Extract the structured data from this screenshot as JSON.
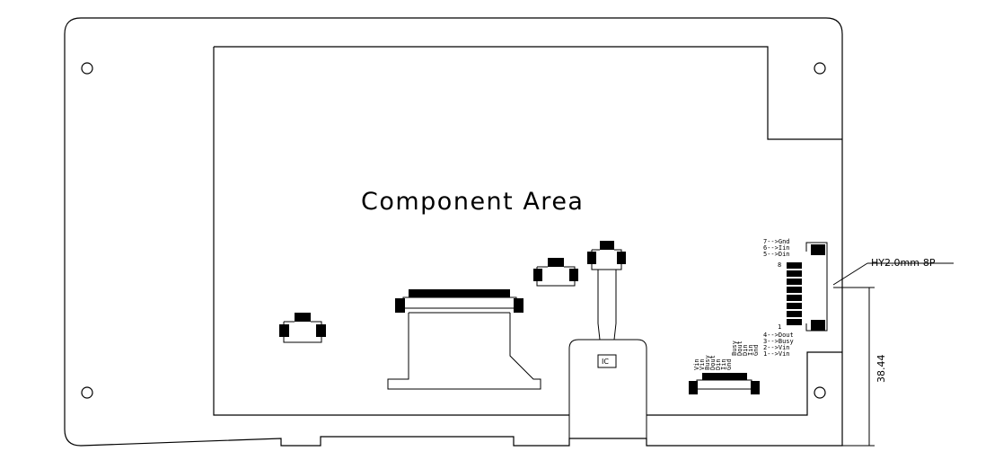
{
  "area_label": "Component Area",
  "ic_label": "IC",
  "connector_label": "HY2.0mm-8P",
  "dimension_label": "38.44",
  "connector_pins": {
    "top": [
      "7-->Gnd",
      "6-->Iin",
      "5-->Din"
    ],
    "bottom": [
      "4-->Dout",
      "3-->Busy",
      "2-->Vin",
      "1-->Vin"
    ],
    "pin8_mark": "8",
    "pin1_mark": "1"
  },
  "lower_connector_labels": [
    "Vin",
    "Vin",
    "Busy",
    "Dout",
    "Din",
    "Iin",
    "Gnd",
    "Busy",
    "Dout",
    "Din",
    "Iin",
    "Gnd"
  ]
}
